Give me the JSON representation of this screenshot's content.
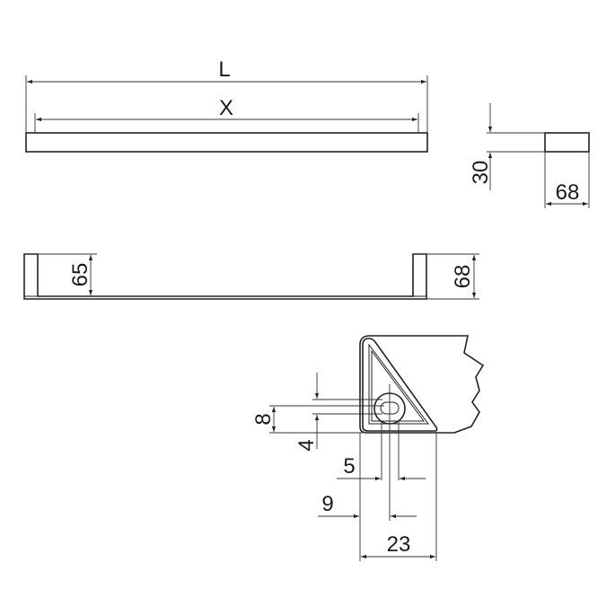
{
  "drawing": {
    "title": "Handle dimension drawing",
    "views": {
      "top": {
        "overall_length_label": "L",
        "hole_spacing_label": "X"
      },
      "end": {
        "height_label": "30",
        "depth_label": "68"
      },
      "front": {
        "inner_height_label": "65",
        "outer_height_label": "68"
      },
      "section": {
        "slot_height_label": "8",
        "slot_offset_label": "4",
        "slot_width_label": "5",
        "hole_center_label": "9",
        "base_width_label": "23"
      }
    }
  }
}
